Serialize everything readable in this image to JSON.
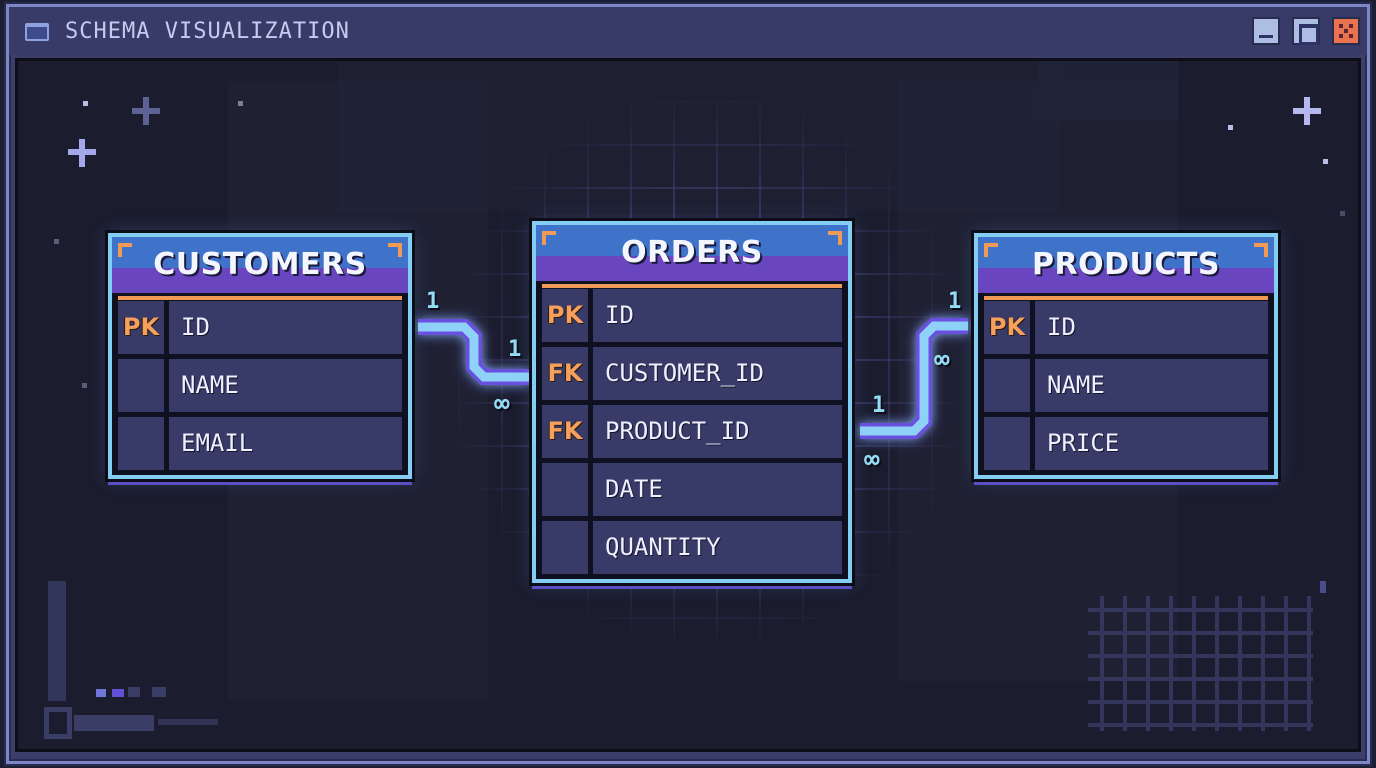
{
  "window": {
    "title": "SCHEMA VISUALIZATION",
    "icon": "window-icon",
    "controls": [
      {
        "name": "minimize",
        "icon": "minimize-icon"
      },
      {
        "name": "maximize",
        "icon": "maximize-icon"
      },
      {
        "name": "close",
        "icon": "close-icon"
      }
    ]
  },
  "colors": {
    "table_border": "#84cdf3",
    "header_top": "#3f73c9",
    "header_bottom": "#6a45c0",
    "key_accent": "#f09a55",
    "row_bg": "#383a67",
    "link": "#8ed2f7",
    "link_glow": "#6a4fe0",
    "close_button": "#e8734e"
  },
  "tables": {
    "customers": {
      "name": "CUSTOMERS",
      "rows": [
        {
          "key": "PK",
          "field": "ID"
        },
        {
          "key": "",
          "field": "NAME"
        },
        {
          "key": "",
          "field": "EMAIL"
        }
      ]
    },
    "orders": {
      "name": "ORDERS",
      "rows": [
        {
          "key": "PK",
          "field": "ID"
        },
        {
          "key": "FK",
          "field": "CUSTOMER_ID"
        },
        {
          "key": "FK",
          "field": "PRODUCT_ID"
        },
        {
          "key": "",
          "field": "DATE"
        },
        {
          "key": "",
          "field": "QUANTITY"
        }
      ]
    },
    "products": {
      "name": "PRODUCTS",
      "rows": [
        {
          "key": "PK",
          "field": "ID"
        },
        {
          "key": "",
          "field": "NAME"
        },
        {
          "key": "",
          "field": "PRICE"
        }
      ]
    }
  },
  "relationships": [
    {
      "from": "CUSTOMERS.ID",
      "to": "ORDERS.CUSTOMER_ID",
      "labels": {
        "customers_end": "1",
        "orders_end_one": "1",
        "orders_end_many": "∞"
      }
    },
    {
      "from": "PRODUCTS.ID",
      "to": "ORDERS.PRODUCT_ID",
      "labels": {
        "products_end_one": "1",
        "products_end_many": "∞",
        "orders_end_one": "1",
        "orders_end_many": "∞"
      }
    }
  ]
}
